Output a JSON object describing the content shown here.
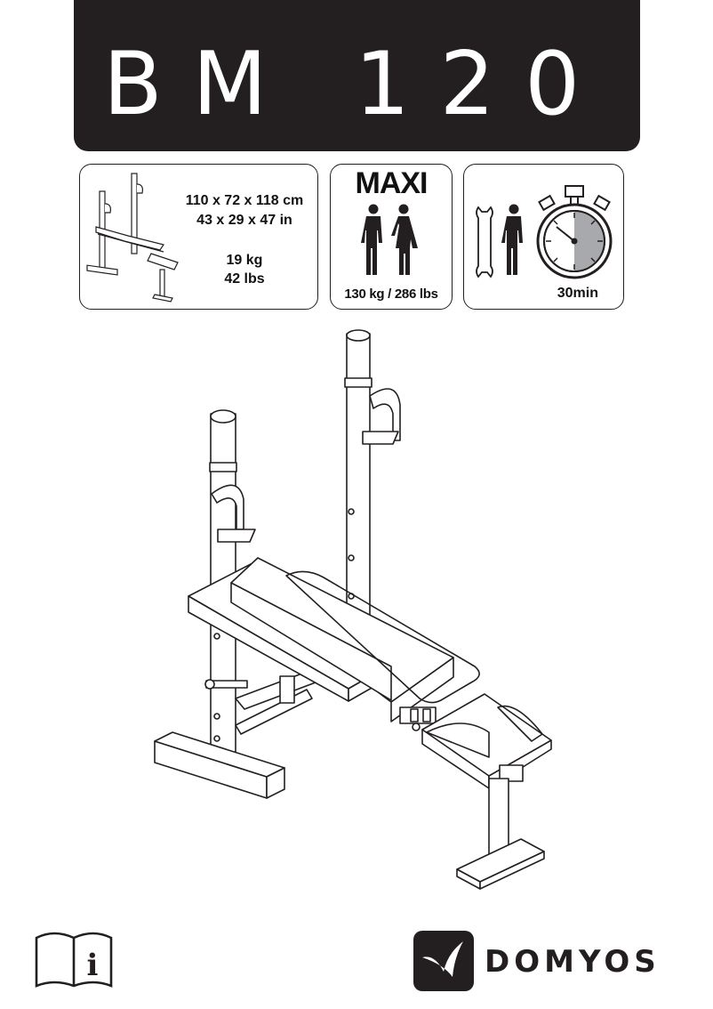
{
  "title": {
    "text": "BM 120"
  },
  "specs": {
    "dimensions_cm": "110 x 72 x 118 cm",
    "dimensions_in": "43 x 29 x 47 in",
    "weight_kg": "19 kg",
    "weight_lbs": "42 lbs"
  },
  "user": {
    "label": "MAXI",
    "max_load": "130 kg / 286 lbs"
  },
  "assembly": {
    "time": "30min"
  },
  "footer": {
    "brand": "DOMYOS",
    "info_icon": "manual-info-icon",
    "logo_icon": "domyos-logo-icon"
  },
  "colors": {
    "dark": "#231f20",
    "timer_fill": "#a7a9ac"
  }
}
